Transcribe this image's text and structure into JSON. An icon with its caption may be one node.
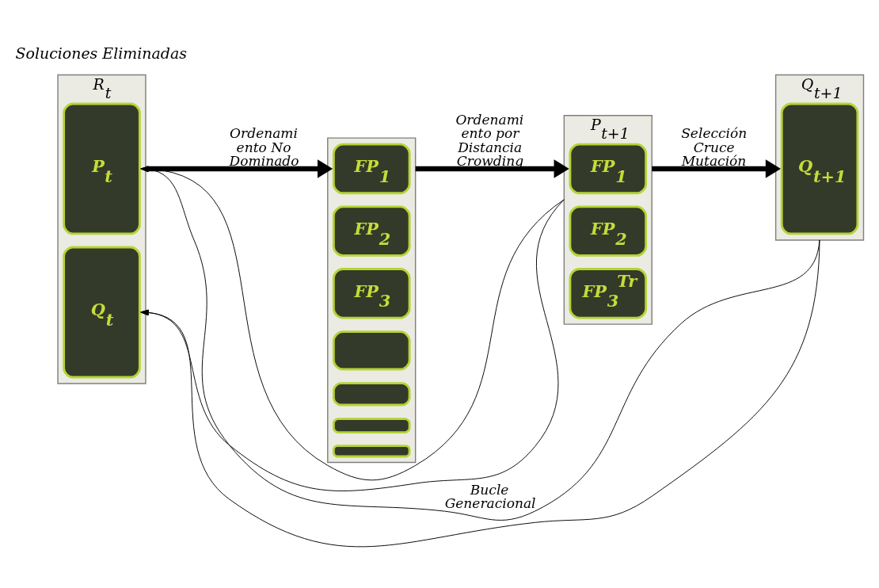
{
  "diagram": {
    "nodes": [
      {
        "text": [
          "R$_{t}$"
        ]
      },
      {
        "text": [
          "P$_{t}$"
        ],
        "in": 0
      },
      {
        "text": [
          "Q$_{t}$"
        ],
        "in": 0
      },
      {
        "text": [],
        "shape": "box"
      },
      {
        "text": [
          "FP$_{1}$"
        ],
        "in": 3
      },
      {
        "text": [
          "FP$_{2}$"
        ],
        "in": 3
      },
      {
        "text": [
          "FP$_{3}$"
        ],
        "in": 3
      },
      {
        "text": [],
        "shape": "box",
        "in": 3
      },
      {
        "text": [],
        "shape": "box",
        "in": 3
      },
      {
        "text": [],
        "shape": "box",
        "in": 3
      },
      {
        "text": [],
        "shape": "box",
        "in": 3
      },
      {
        "text": [
          "P$_{t+1}$"
        ]
      },
      {
        "text": [
          "FP$_{1}$"
        ],
        "in": 11
      },
      {
        "text": [
          "FP$_{2}$"
        ],
        "in": 11
      },
      {
        "text": [
          "FP$_{3}$$^{Tr}$"
        ],
        "in": 11
      },
      {
        "text": [
          "Q$_{t+1}$"
        ]
      },
      {
        "text": [
          "Q$_{t+1}$"
        ],
        "in": 15
      }
    ],
    "edges": [
      {
        "from": 0,
        "to": 3,
        "arrow": "to",
        "label": "Ordenami ento No Dominado",
        "style": "thick"
      },
      {
        "from": 3,
        "to": 11,
        "arrow": "to",
        "label": "Ordenami ento por Distancia Crowding",
        "style": "thick"
      },
      {
        "from": 11,
        "to": 15,
        "arrow": "to",
        "label": "Selección Cruce Mutación",
        "style": "thick"
      },
      {
        "from": 15,
        "to": 1,
        "arrow": "to",
        "label": "Bucle Generacional"
      },
      {
        "from": 15,
        "to": 2,
        "arrow": "to"
      },
      {
        "from": 11,
        "to": 1,
        "arrow": "to"
      },
      {
        "from": 11,
        "to": 2,
        "arrow": "to"
      }
    ],
    "labels": [
      "Soluciones Eliminadas"
    ]
  }
}
